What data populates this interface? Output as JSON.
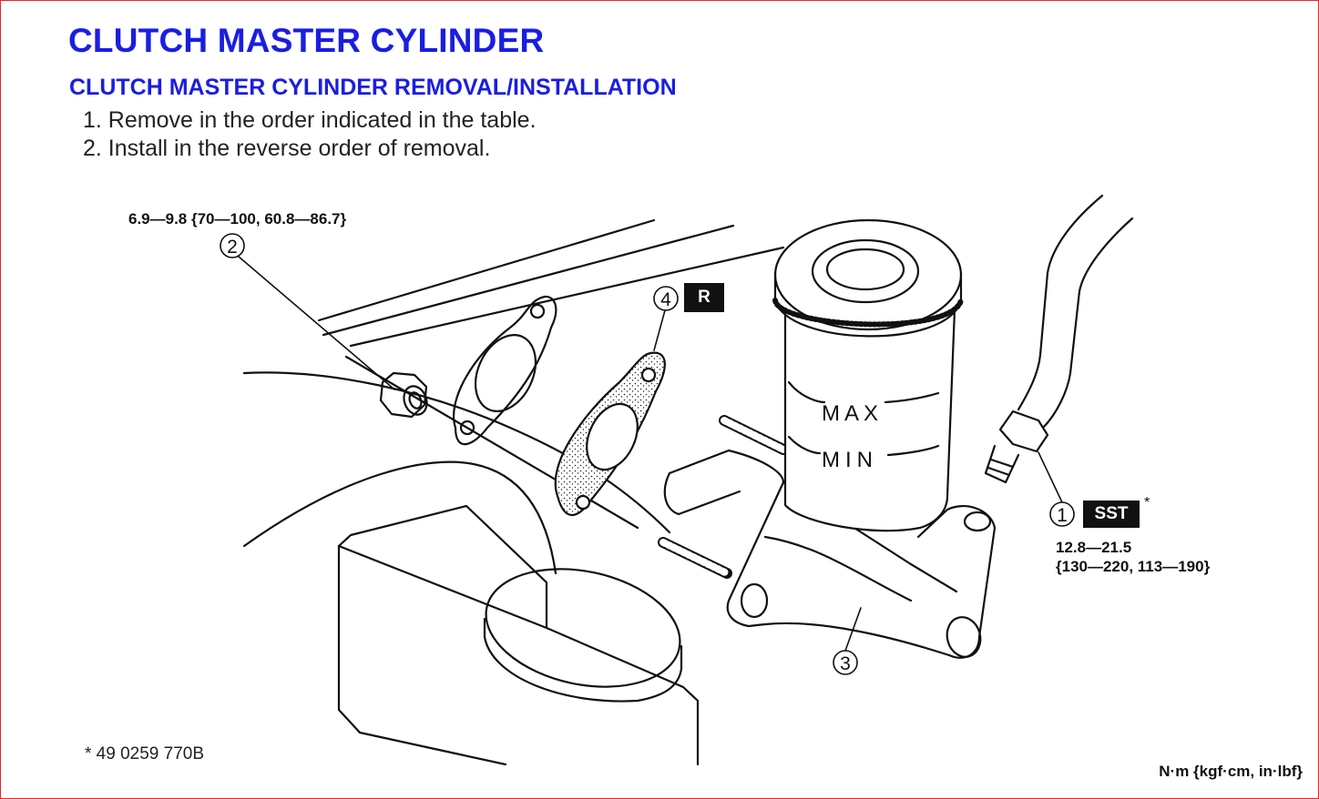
{
  "heading": {
    "title": "CLUTCH MASTER CYLINDER",
    "subtitle": "CLUTCH MASTER CYLINDER REMOVAL/INSTALLATION"
  },
  "steps": [
    "1. Remove in the order indicated in the table.",
    "2. Install in the reverse order of removal."
  ],
  "callouts": {
    "part_1": "1",
    "part_2": "2",
    "part_3": "3",
    "part_4": "4"
  },
  "badges": {
    "replace": "R",
    "sst": "SST",
    "sst_mark": "*"
  },
  "torque": {
    "nut_2": "6.9—9.8 {70—100, 60.8—86.7}",
    "pipe_1_line1": "12.8—21.5",
    "pipe_1_line2": "{130—220, 113—190}"
  },
  "reservoir_marks": {
    "max": "MAX",
    "min": "MIN"
  },
  "footnote": "* 49 0259 770B",
  "units": "N·m {kgf·cm, in·lbf}",
  "colors": {
    "frame": "#e8262b",
    "heading": "#1a1ee0",
    "badge_bg": "#111111"
  }
}
